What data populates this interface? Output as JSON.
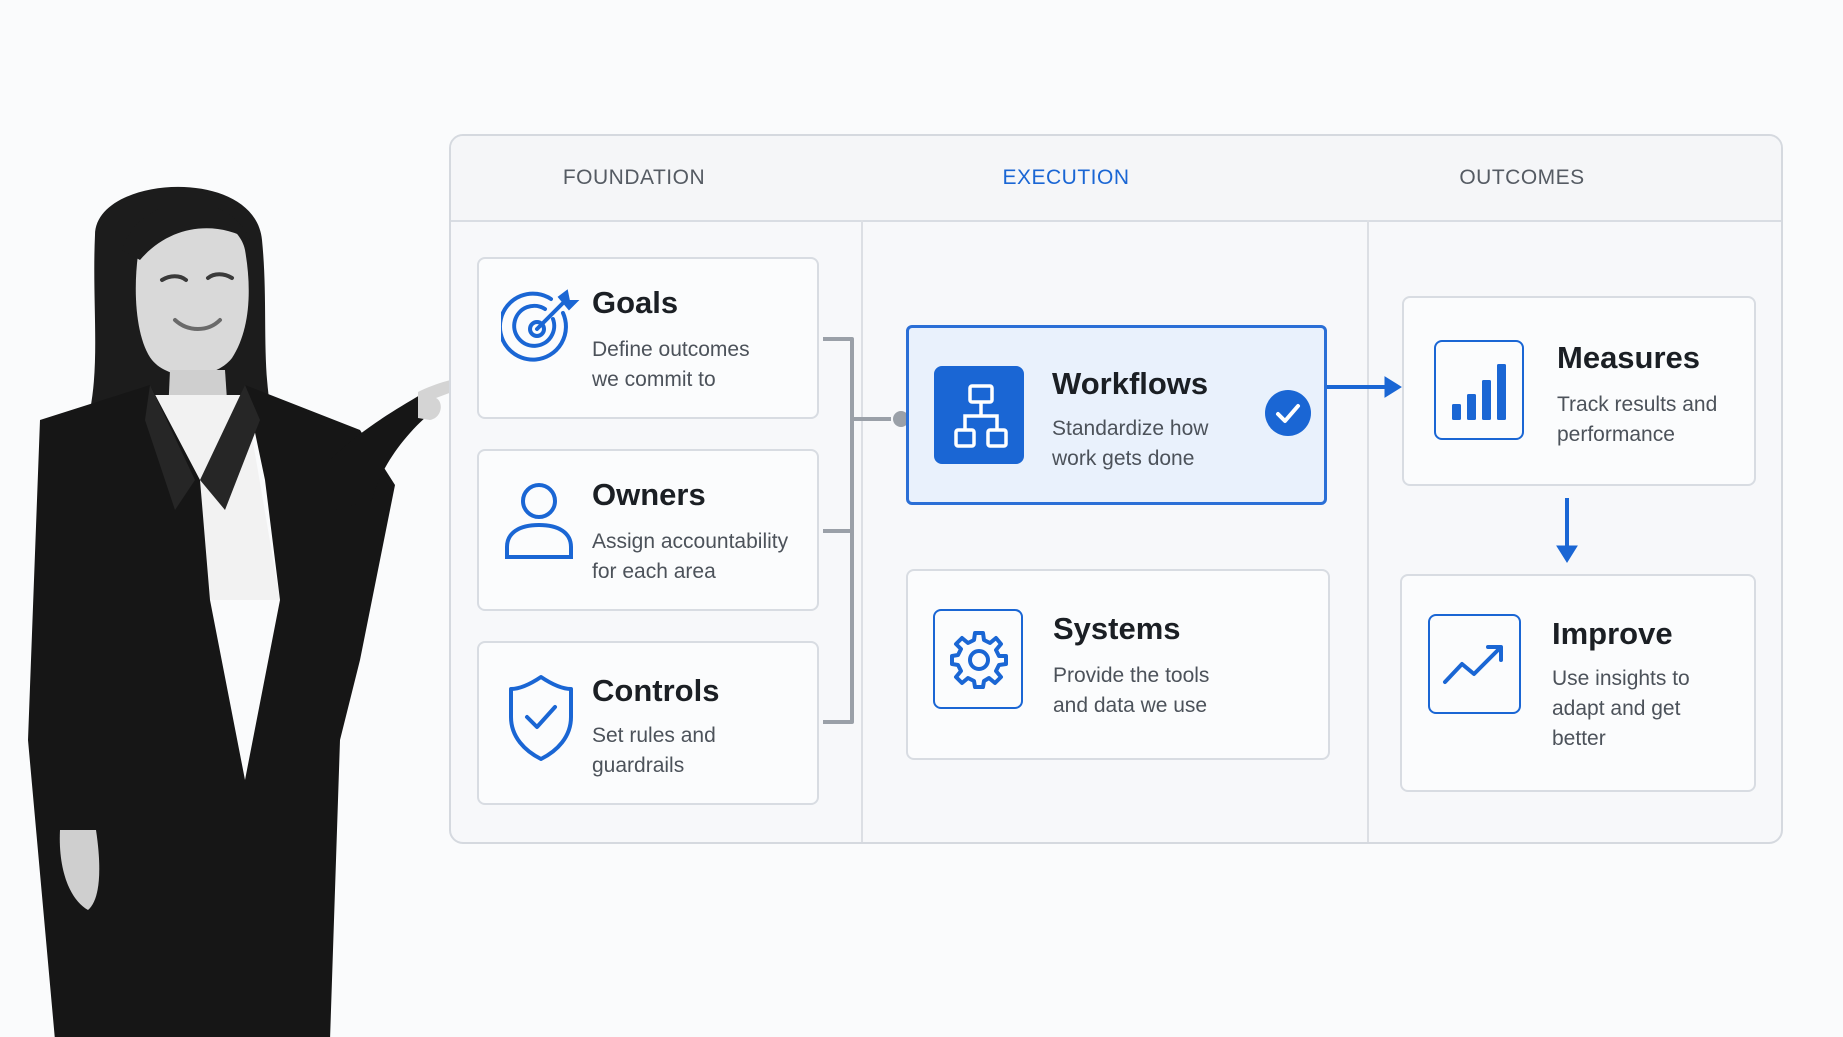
{
  "columns": {
    "foundation": "FOUNDATION",
    "execution": "EXECUTION",
    "outcomes": "OUTCOMES"
  },
  "foundation_cards": [
    {
      "title": "Goals",
      "line1": "Define outcomes",
      "line2": "we commit to",
      "icon": "target-icon"
    },
    {
      "title": "Owners",
      "line1": "Assign accountability",
      "line2": "for each area",
      "icon": "person-icon"
    },
    {
      "title": "Controls",
      "line1": "Set rules and",
      "line2": "guardrails",
      "icon": "shield-check-icon"
    }
  ],
  "execution_cards": [
    {
      "title": "Workflows",
      "line1": "Standardize how",
      "line2": "work gets done",
      "icon": "hierarchy-icon",
      "status": "checked"
    },
    {
      "title": "Systems",
      "line1": "Provide the tools",
      "line2": "and data we use",
      "icon": "gear-icon"
    }
  ],
  "outcome_cards": [
    {
      "title": "Measures",
      "line1": "Track results and",
      "line2": "performance",
      "icon": "bar-chart-icon"
    },
    {
      "title": "Improve",
      "line1": "Use insights to",
      "line2": "adapt and get",
      "line3": "better",
      "icon": "trend-up-icon"
    }
  ],
  "colors": {
    "accent": "#1a66d4",
    "highlight_bg": "#e9f1fc",
    "border": "#d8dce2",
    "text": "#1b1f24",
    "muted": "#4c525a"
  }
}
